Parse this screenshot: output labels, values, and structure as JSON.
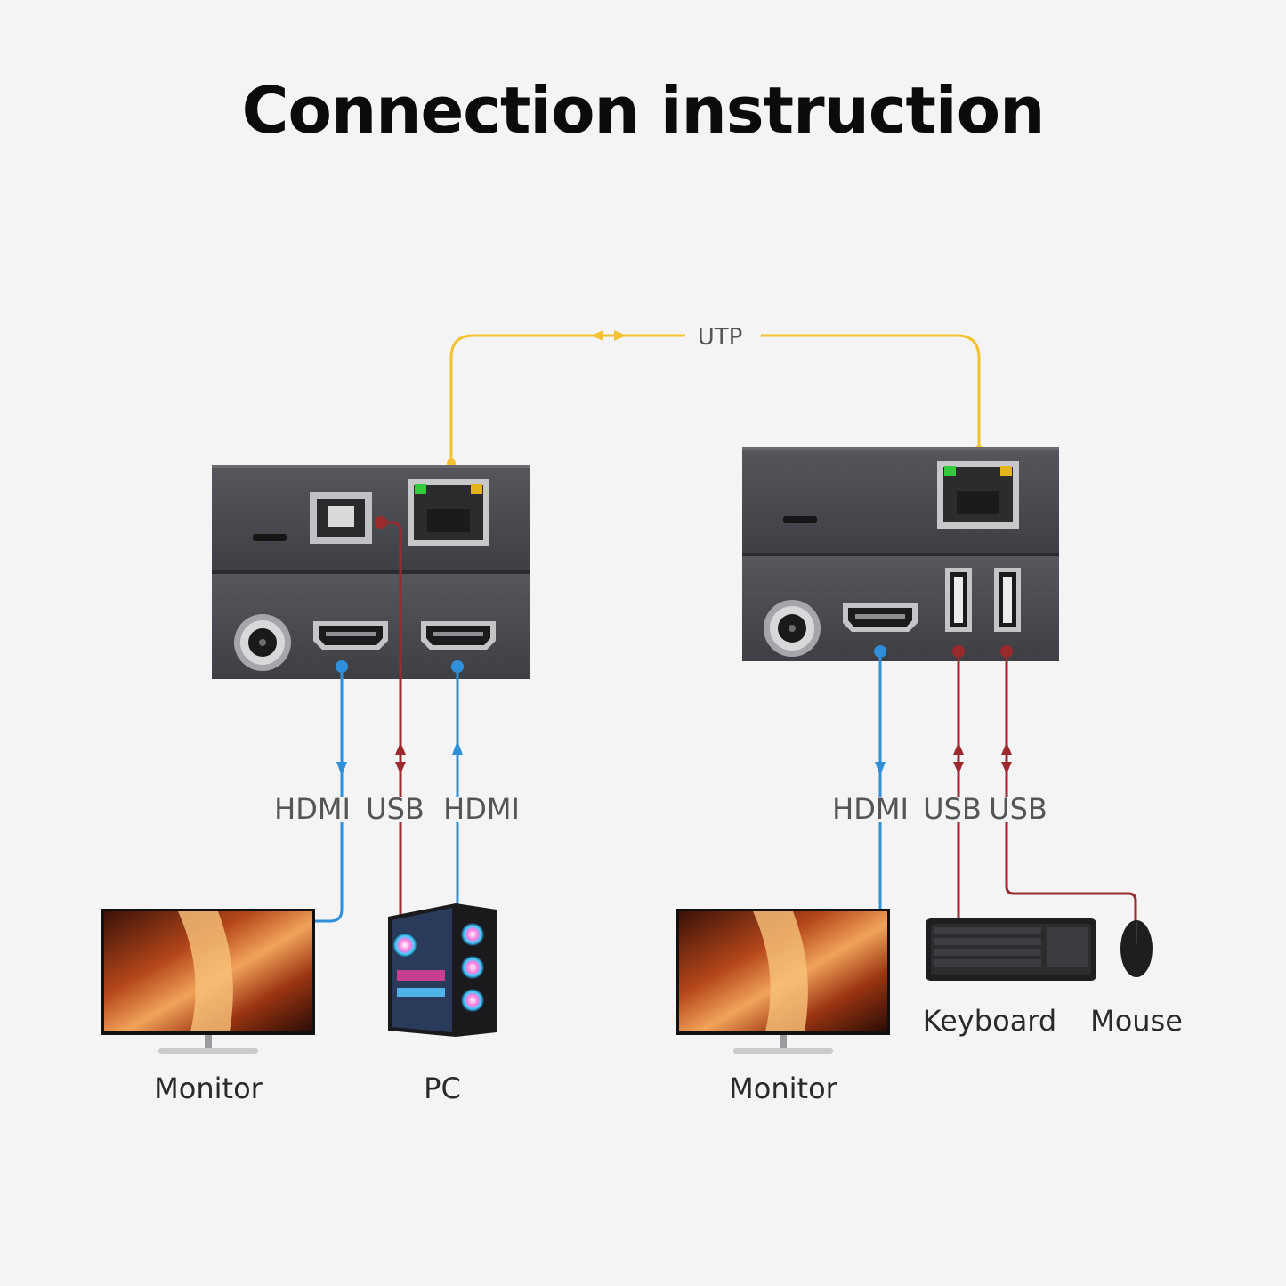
{
  "title": "Connection instruction",
  "cable_labels": {
    "utp": "UTP",
    "tx_hdmi_out": "HDMI",
    "tx_usb": "USB",
    "tx_hdmi_in": "HDMI",
    "rx_hdmi": "HDMI",
    "rx_usb_1": "USB",
    "rx_usb_2": "USB"
  },
  "devices": {
    "tx_monitor": "Monitor",
    "pc": "PC",
    "rx_monitor": "Monitor",
    "keyboard": "Keyboard",
    "mouse": "Mouse"
  },
  "colors": {
    "utp": "#f2c230",
    "hdmi": "#2f8fd8",
    "usb": "#9a2a2e",
    "device_body": "#4a4b50"
  }
}
